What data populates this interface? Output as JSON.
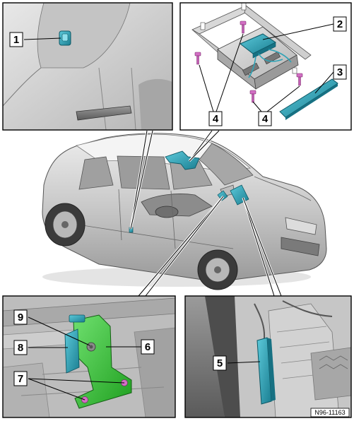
{
  "diagram": {
    "callouts": {
      "c1": "1",
      "c2": "2",
      "c3": "3",
      "c4a": "4",
      "c4b": "4",
      "c5": "5",
      "c6": "6",
      "c7": "7",
      "c8": "8",
      "c9": "9"
    },
    "reference_code": "N96-11163",
    "colors": {
      "component_highlight": "#2fa3b6",
      "bracket_highlight": "#2fbf2f",
      "screw_highlight": "#d36fc4",
      "line": "#000000",
      "panel_bg": "#c9c9c9"
    }
  }
}
